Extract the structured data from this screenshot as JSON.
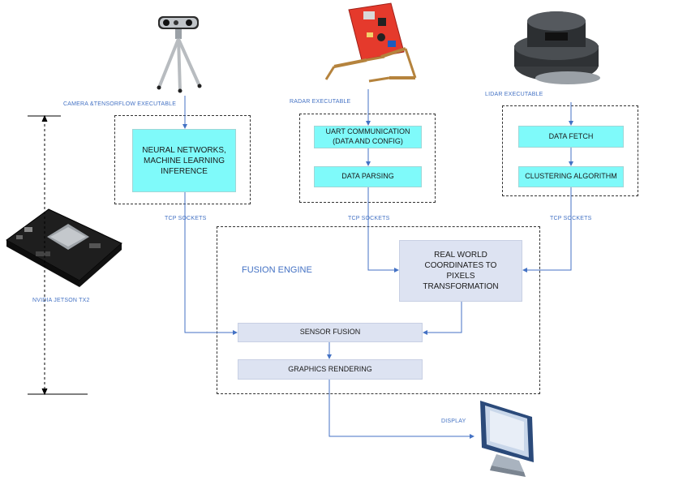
{
  "labels": {
    "camera": "CAMERA &TENSORFLOW EXECUTABLE",
    "radar": "RADAR EXECUTABLE",
    "lidar": "LIDAR EXECUTABLE",
    "tcp_camera": "TCP SOCKETS",
    "tcp_radar": "TCP SOCKETS",
    "tcp_lidar": "TCP SOCKETS",
    "jetson": "NVIDIA JETSON TX2",
    "display": "DISPLAY",
    "fusion_engine": "FUSION ENGINE"
  },
  "boxes": {
    "nn": "NEURAL NETWORKS, MACHINE LEARNING INFERENCE",
    "uart": "UART COMMUNICATION (DATA AND CONFIG)",
    "parsing": "DATA PARSING",
    "fetch": "DATA FETCH",
    "clustering": "CLUSTERING ALGORITHM",
    "transform": "REAL WORLD COORDINATES TO PIXELS TRANSFORMATION",
    "sensor_fusion": "SENSOR FUSION",
    "graphics": "GRAPHICS RENDERING"
  },
  "colors": {
    "arrow": "#4472c4",
    "cyan_box": "#7ffafa",
    "lavender_box": "#dde3f2",
    "label_text": "#4472c4"
  },
  "icons": [
    "camera-icon",
    "radar-board-icon",
    "lidar-icon",
    "jetson-board-icon",
    "monitor-icon"
  ]
}
